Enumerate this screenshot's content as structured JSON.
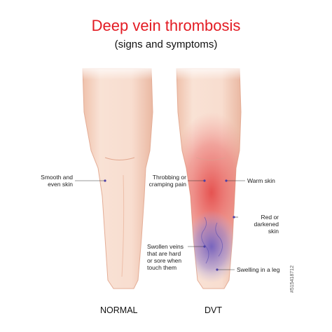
{
  "title": "Deep vein thrombosis",
  "subtitle": "(signs and symptoms)",
  "labels": {
    "smooth": [
      "Smooth and",
      "even skin"
    ],
    "throbbing": [
      "Throbbing or",
      "cramping pain"
    ],
    "warm": "Warm skin",
    "red": [
      "Red or",
      "darkened",
      "skin"
    ],
    "swollen_veins": [
      "Swollen veins",
      "that are hard",
      "or sore when",
      "touch them"
    ],
    "swelling": "Swelling in a leg"
  },
  "captions": {
    "normal": "NORMAL",
    "dvt": "DVT"
  },
  "watermark": "#515418712",
  "colors": {
    "title": "#e31b23",
    "skin": "#f6d9c9",
    "skin_edge": "#eab8a2",
    "inflammation": "#e84c4c",
    "bruise": "#7c6fc4",
    "marker": "#4b3fa6"
  }
}
